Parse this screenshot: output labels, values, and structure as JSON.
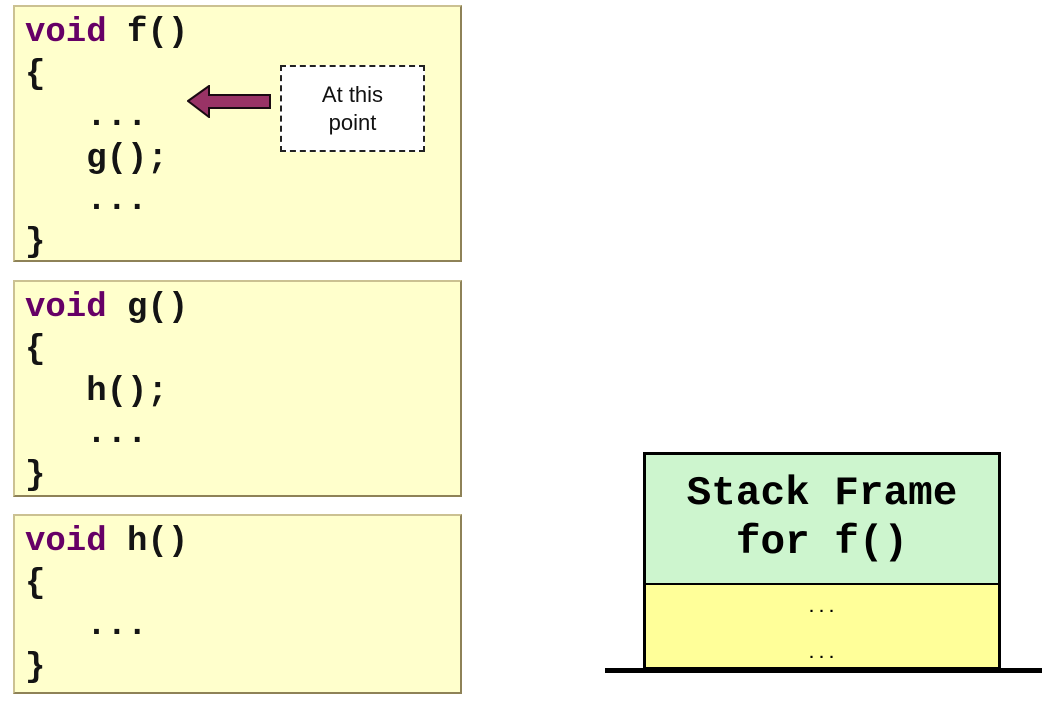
{
  "code_boxes": [
    {
      "id": "f",
      "keyword": "void",
      "signature": " f()",
      "body_lines": [
        "{",
        "   ...",
        "   g();",
        "   ...",
        "}"
      ]
    },
    {
      "id": "g",
      "keyword": "void",
      "signature": " g()",
      "body_lines": [
        "{",
        "   h();",
        "   ...",
        "}"
      ]
    },
    {
      "id": "h",
      "keyword": "void",
      "signature": " h()",
      "body_lines": [
        "{",
        "   ...",
        "}"
      ]
    }
  ],
  "callout": {
    "line1": "At this",
    "line2": "point"
  },
  "arrow": {
    "direction": "left",
    "fill": "#993366",
    "outline": "#1a0a12"
  },
  "stack": {
    "label_line1": "Stack Frame",
    "label_line2": "for f()",
    "dots_top": "...",
    "dots_bottom": "..."
  },
  "colors": {
    "code_box_fill": "#FFFFCC",
    "keyword_purple": "#660066",
    "stack_frame_green": "#CDF5CE",
    "stack_below_yellow": "#FFFF99",
    "arrow_plum": "#993366"
  }
}
